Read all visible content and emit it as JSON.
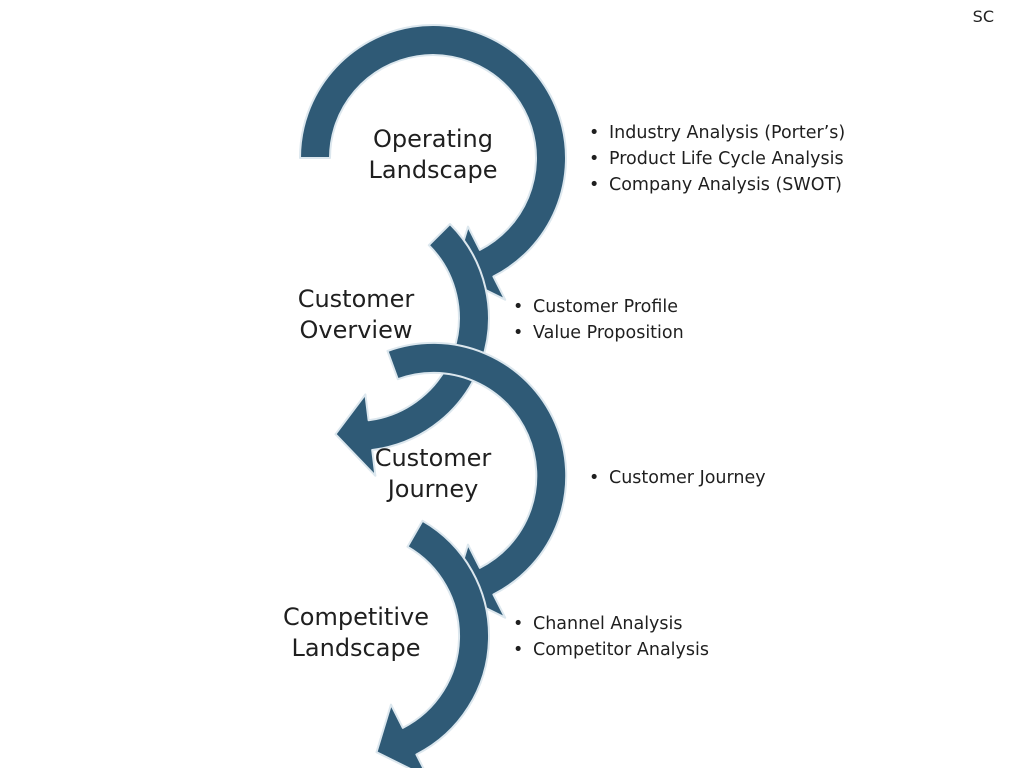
{
  "corner_mark": "SC",
  "colors": {
    "arrow_fill": "#2f5a76",
    "arrow_stroke": "#dce7ee"
  },
  "stages": [
    {
      "label": [
        "Operating",
        "Landscape"
      ],
      "bullets": [
        "Industry Analysis (Porter’s)",
        "Product Life Cycle Analysis",
        "Company Analysis (SWOT)"
      ]
    },
    {
      "label": [
        "Customer",
        "Overview"
      ],
      "bullets": [
        "Customer Profile",
        "Value Proposition"
      ]
    },
    {
      "label": [
        "Customer",
        "Journey"
      ],
      "bullets": [
        "Customer Journey"
      ]
    },
    {
      "label": [
        "Competitive",
        "Landscape"
      ],
      "bullets": [
        "Channel Analysis",
        "Competitor Analysis"
      ]
    }
  ]
}
